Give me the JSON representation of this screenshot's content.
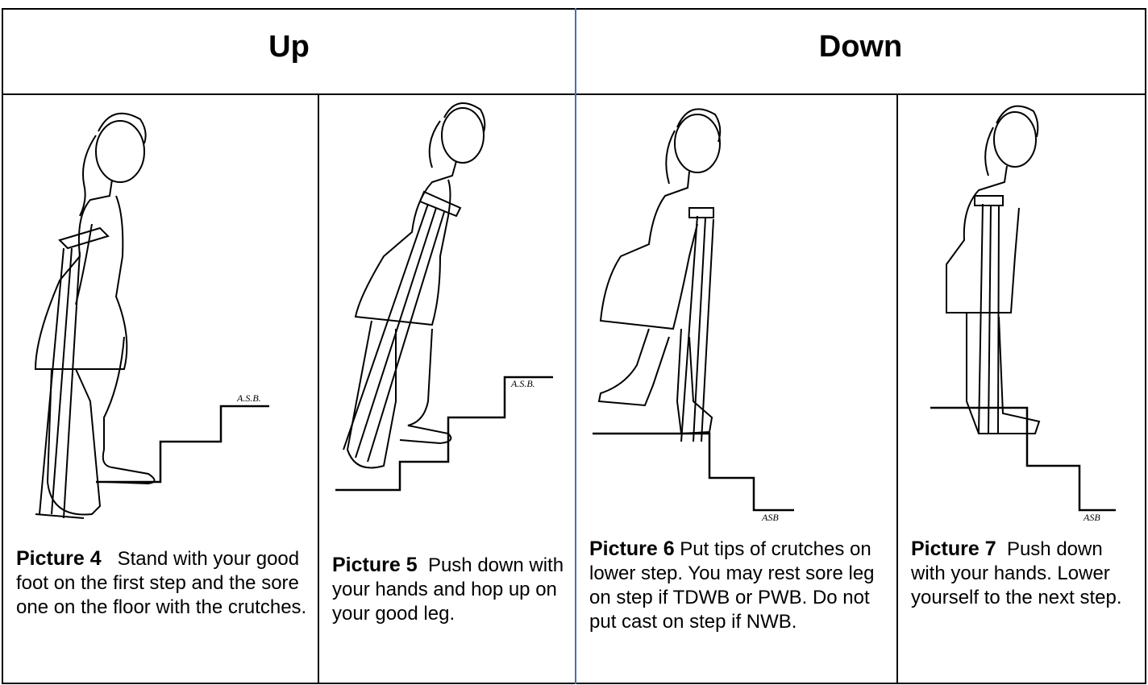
{
  "headers": {
    "up": "Up",
    "down": "Down"
  },
  "pictures": [
    {
      "num": "Picture 4",
      "text": "Stand with your good foot on the first step and the sore one on the floor with the crutches.",
      "signature": "A.S.B."
    },
    {
      "num": "Picture 5",
      "text": "Push down with your hands and hop up on your good leg.",
      "signature": "A.S.B."
    },
    {
      "num": "Picture 6",
      "text": "Put tips of crutches on lower step. You may rest sore leg on step if TDWB or PWB.  Do not put cast on step if NWB.",
      "signature": "ASB"
    },
    {
      "num": "Picture 7",
      "text": "Push down with your hands.  Lower yourself to the next step.",
      "signature": "ASB"
    }
  ]
}
